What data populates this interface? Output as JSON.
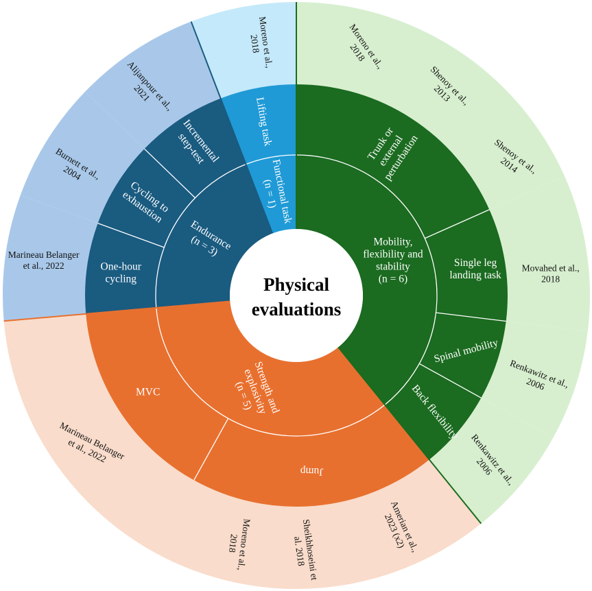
{
  "center": {
    "line1": "Physical",
    "line2": "evaluations"
  },
  "colors": {
    "mobility_dark": "#1b6b20",
    "mobility_light": "#d7efcf",
    "strength_dark": "#e8702f",
    "strength_light": "#f9dccb",
    "endurance_dark": "#1a5b80",
    "endurance_light": "#a9c8e9",
    "functional_dark": "#1f9ad6",
    "functional_light": "#c4e9fa"
  },
  "categories": [
    {
      "key": "mobility",
      "label": [
        "Mobility,",
        "flexibility and",
        "stability",
        "(n = 6)"
      ],
      "evaluations": [
        {
          "label": [
            "Trunk or",
            "external",
            "perturbation"
          ],
          "refs": [
            [
              "Moreno et al.,",
              "2018"
            ],
            [
              "Shenoy et al.,",
              "2013"
            ],
            [
              "Shenoy et al.,",
              "2014"
            ]
          ]
        },
        {
          "label": [
            "Single leg",
            "landing task"
          ],
          "refs": [
            [
              "Movahed et al.,",
              "2018"
            ]
          ]
        },
        {
          "label": [
            "Spinal mobility"
          ],
          "refs": [
            [
              "Renkawitz et al.,",
              "2006"
            ]
          ]
        },
        {
          "label": [
            "Back flexibility"
          ],
          "refs": [
            [
              "Renkawitz et al.,",
              "2006"
            ]
          ]
        }
      ]
    },
    {
      "key": "strength",
      "label": [
        "Strength and",
        "explosivity",
        "(n = 5)"
      ],
      "evaluations": [
        {
          "label": [
            "Jump"
          ],
          "refs": [
            [
              "Amerian et al.,",
              "2023 (x2)"
            ],
            [
              "Sheikhhoseini et",
              "al. 2018"
            ],
            [
              "Moreno et al.,",
              "2018"
            ]
          ]
        },
        {
          "label": [
            "MVC"
          ],
          "refs": [
            [
              "Marineau Belanger",
              "et al., 2022"
            ]
          ]
        }
      ]
    },
    {
      "key": "endurance",
      "label": [
        "Endurance",
        "(n = 3)"
      ],
      "evaluations": [
        {
          "label": [
            "One-hour",
            "cycling"
          ],
          "refs": [
            [
              "Marineau Belanger",
              "et al., 2022"
            ]
          ]
        },
        {
          "label": [
            "Cycling to",
            "exhaustion"
          ],
          "refs": [
            [
              "Burnett et al.,",
              "2004"
            ]
          ]
        },
        {
          "label": [
            "Incremental",
            "step-test"
          ],
          "refs": [
            [
              "Alijanpour et al.,",
              "2021"
            ]
          ]
        }
      ]
    },
    {
      "key": "functional",
      "label": [
        "Functional task",
        "(n = 1)"
      ],
      "evaluations": [
        {
          "label": [
            "Lifting task"
          ],
          "refs": [
            [
              "Moreno et al.,",
              "2018"
            ]
          ]
        }
      ]
    }
  ]
}
